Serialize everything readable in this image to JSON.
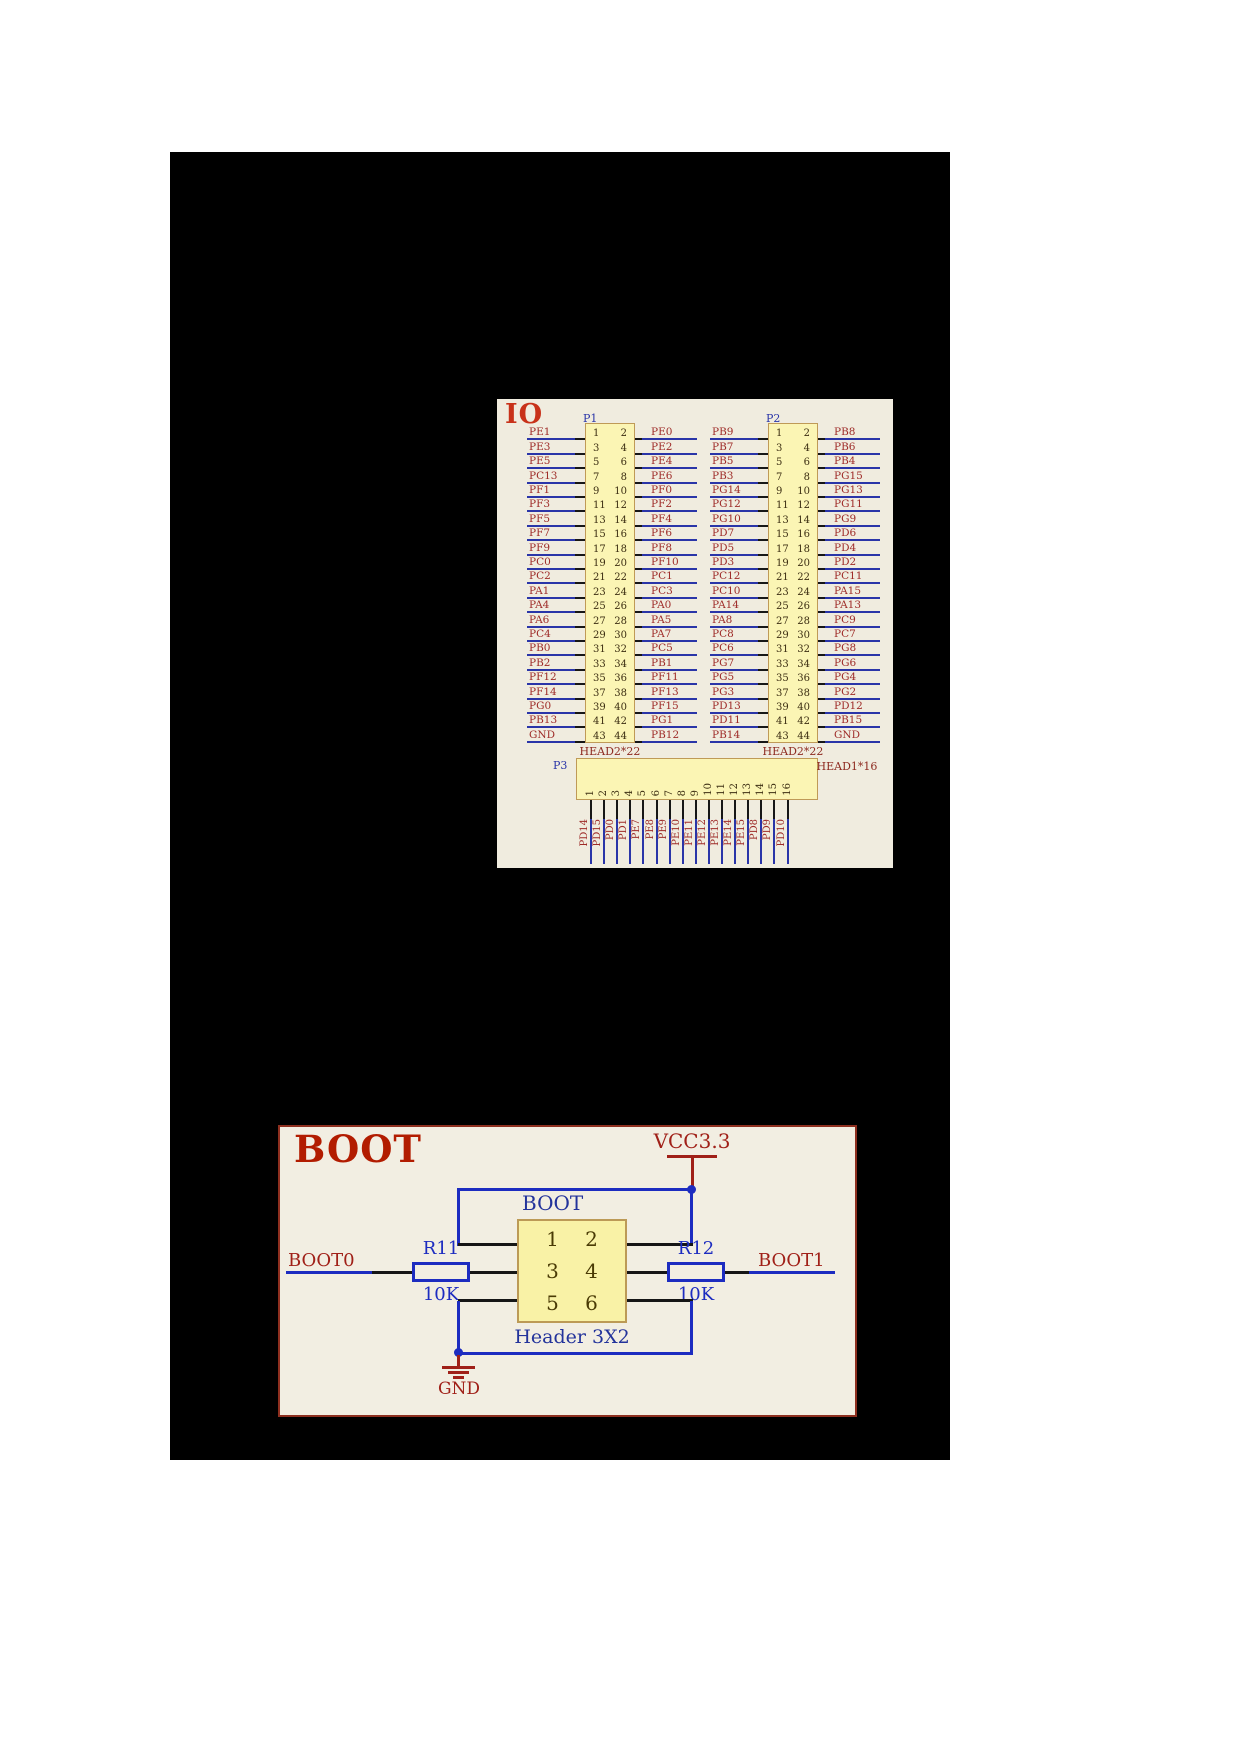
{
  "io": {
    "title": "IO",
    "p1": {
      "designator": "P1",
      "type": "HEAD2*22",
      "left": [
        "PE1",
        "PE3",
        "PE5",
        "PC13",
        "PF1",
        "PF3",
        "PF5",
        "PF7",
        "PF9",
        "PC0",
        "PC2",
        "PA1",
        "PA4",
        "PA6",
        "PC4",
        "PB0",
        "PB2",
        "PF12",
        "PF14",
        "PG0",
        "PB13",
        "GND"
      ],
      "right": [
        "PE0",
        "PE2",
        "PE4",
        "PE6",
        "PF0",
        "PF2",
        "PF4",
        "PF6",
        "PF8",
        "PF10",
        "PC1",
        "PC3",
        "PA0",
        "PA5",
        "PA7",
        "PC5",
        "PB1",
        "PF11",
        "PF13",
        "PF15",
        "PG1",
        "PB12"
      ],
      "odd": [
        1,
        3,
        5,
        7,
        9,
        11,
        13,
        15,
        17,
        19,
        21,
        23,
        25,
        27,
        29,
        31,
        33,
        35,
        37,
        39,
        41,
        43
      ],
      "even": [
        2,
        4,
        6,
        8,
        10,
        12,
        14,
        16,
        18,
        20,
        22,
        24,
        26,
        28,
        30,
        32,
        34,
        36,
        38,
        40,
        42,
        44
      ]
    },
    "p2": {
      "designator": "P2",
      "type": "HEAD2*22",
      "left": [
        "PB9",
        "PB7",
        "PB5",
        "PB3",
        "PG14",
        "PG12",
        "PG10",
        "PD7",
        "PD5",
        "PD3",
        "PC12",
        "PC10",
        "PA14",
        "PA8",
        "PC8",
        "PC6",
        "PG7",
        "PG5",
        "PG3",
        "PD13",
        "PD11",
        "PB14"
      ],
      "right": [
        "PB8",
        "PB6",
        "PB4",
        "PG15",
        "PG13",
        "PG11",
        "PG9",
        "PD6",
        "PD4",
        "PD2",
        "PC11",
        "PA15",
        "PA13",
        "PC9",
        "PC7",
        "PG8",
        "PG6",
        "PG4",
        "PG2",
        "PD12",
        "PB15",
        "GND"
      ],
      "odd": [
        1,
        3,
        5,
        7,
        9,
        11,
        13,
        15,
        17,
        19,
        21,
        23,
        25,
        27,
        29,
        31,
        33,
        35,
        37,
        39,
        41,
        43
      ],
      "even": [
        2,
        4,
        6,
        8,
        10,
        12,
        14,
        16,
        18,
        20,
        22,
        24,
        26,
        28,
        30,
        32,
        34,
        36,
        38,
        40,
        42,
        44
      ]
    },
    "p3": {
      "designator": "P3",
      "type": "HEAD1*16",
      "pins": [
        1,
        2,
        3,
        4,
        5,
        6,
        7,
        8,
        9,
        10,
        11,
        12,
        13,
        14,
        15,
        16
      ],
      "labels": [
        "PD14",
        "PD15",
        "PD0",
        "PD1",
        "PE7",
        "PE8",
        "PE9",
        "PE10",
        "PE11",
        "PE12",
        "PE13",
        "PE14",
        "PE15",
        "PD8",
        "PD9",
        "PD10"
      ]
    }
  },
  "boot": {
    "title": "BOOT",
    "vcc": "VCC3.3",
    "gnd": "GND",
    "net_left": "BOOT0",
    "net_right": "BOOT1",
    "header": {
      "label": "BOOT",
      "type": "Header 3X2",
      "pins": [
        "1",
        "2",
        "3",
        "4",
        "5",
        "6"
      ]
    },
    "r11": {
      "ref": "R11",
      "value": "10K"
    },
    "r12": {
      "ref": "R12",
      "value": "10K"
    }
  },
  "colors": {
    "sheet_bg": "#f0ecdf",
    "connector_fill": "#fbf5b4",
    "connector_border": "#bf9a57",
    "net_label_red": "#9e2b28",
    "title_red": "#c8321a",
    "wire_blue": "#2a35a8",
    "wire_black": "#161616",
    "boot_blue": "#1d2cc0",
    "power_red": "#a02018"
  }
}
